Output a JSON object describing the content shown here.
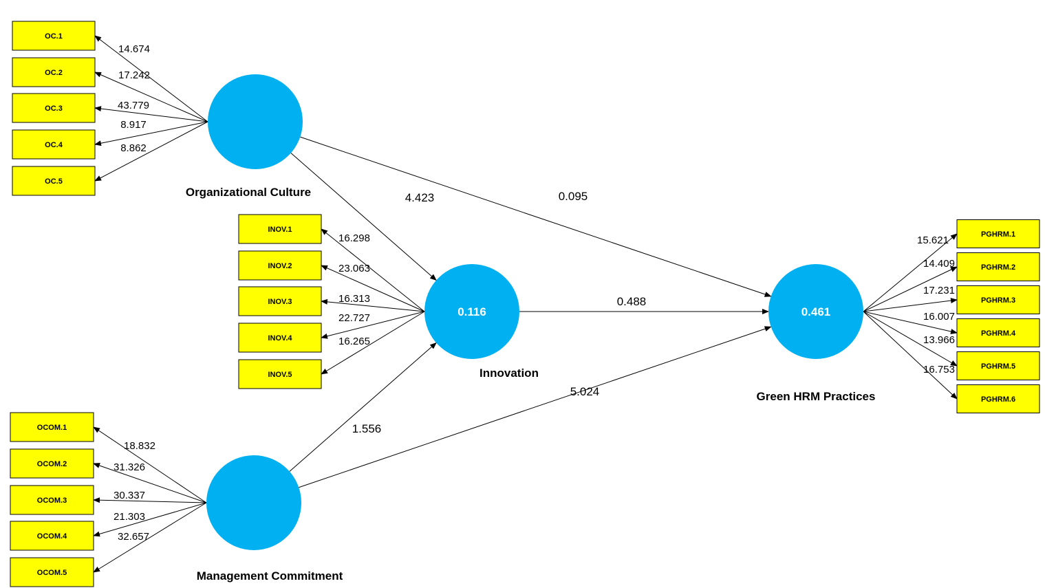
{
  "colors": {
    "construct_fill": "#00b0f0",
    "indicator_fill": "#ffff00",
    "indicator_border": "#000000",
    "line": "#000000"
  },
  "constructs": {
    "oc": {
      "name": "Organizational Culture",
      "r2": ""
    },
    "inov": {
      "name": "Innovation",
      "r2": "0.116"
    },
    "mc": {
      "name": "Management Commitment",
      "r2": ""
    },
    "ghrm": {
      "name": "Green HRM Practices",
      "r2": "0.461"
    }
  },
  "indicator_groups": {
    "oc": [
      {
        "label": "OC.1",
        "weight": "14.674"
      },
      {
        "label": "OC.2",
        "weight": "17.242"
      },
      {
        "label": "OC.3",
        "weight": "43.779"
      },
      {
        "label": "OC.4",
        "weight": "8.917"
      },
      {
        "label": "OC.5",
        "weight": "8.862"
      }
    ],
    "inov": [
      {
        "label": "INOV.1",
        "weight": "16.298"
      },
      {
        "label": "INOV.2",
        "weight": "23.063"
      },
      {
        "label": "INOV.3",
        "weight": "16.313"
      },
      {
        "label": "INOV.4",
        "weight": "22.727"
      },
      {
        "label": "INOV.5",
        "weight": "16.265"
      }
    ],
    "mc": [
      {
        "label": "OCOM.1",
        "weight": "18.832"
      },
      {
        "label": "OCOM.2",
        "weight": "31.326"
      },
      {
        "label": "OCOM.3",
        "weight": "30.337"
      },
      {
        "label": "OCOM.4",
        "weight": "21.303"
      },
      {
        "label": "OCOM.5",
        "weight": "32.657"
      }
    ],
    "ghrm": [
      {
        "label": "PGHRM.1",
        "weight": "15.621"
      },
      {
        "label": "PGHRM.2",
        "weight": "14.409"
      },
      {
        "label": "PGHRM.3",
        "weight": "17.231"
      },
      {
        "label": "PGHRM.4",
        "weight": "16.007"
      },
      {
        "label": "PGHRM.5",
        "weight": "13.966"
      },
      {
        "label": "PGHRM.6",
        "weight": "16.753"
      }
    ]
  },
  "paths": [
    {
      "from": "oc",
      "to": "inov",
      "value": "4.423"
    },
    {
      "from": "oc",
      "to": "ghrm",
      "value": "0.095"
    },
    {
      "from": "inov",
      "to": "ghrm",
      "value": "0.488"
    },
    {
      "from": "mc",
      "to": "inov",
      "value": "1.556"
    },
    {
      "from": "mc",
      "to": "ghrm",
      "value": "5.024"
    }
  ]
}
